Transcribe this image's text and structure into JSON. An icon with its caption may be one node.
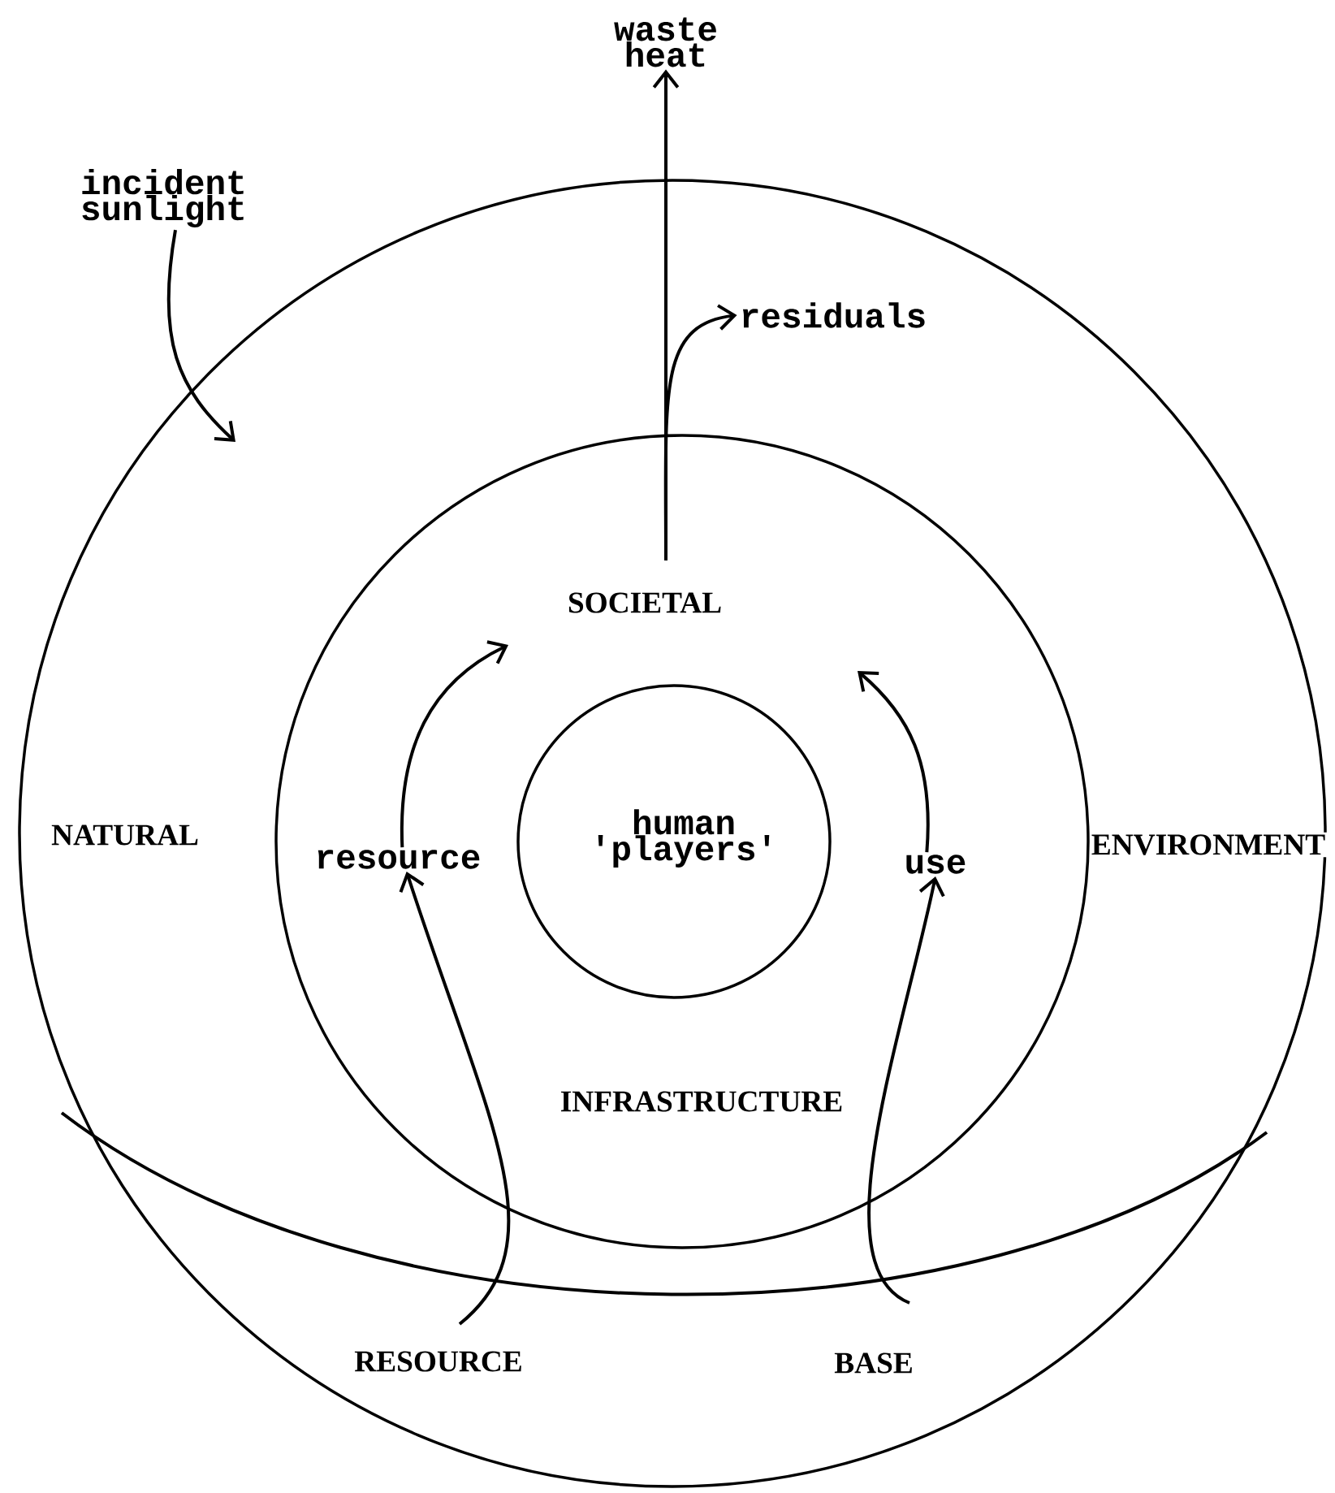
{
  "diagram": {
    "nodes": [
      {
        "text": [
          "NATURAL",
          "ENVIRONMENT"
        ]
      },
      {
        "text": [
          "SOCIETAL",
          "INFRASTRUCTURE"
        ],
        "in": 0
      },
      {
        "text": [
          "human 'players'"
        ],
        "in": 1
      },
      {
        "text": [
          "incident sunlight"
        ]
      },
      {
        "text": [
          "waste heat"
        ]
      },
      {
        "text": [
          "residuals"
        ],
        "in": 0
      },
      {
        "text": [
          "resource"
        ],
        "in": 1
      },
      {
        "text": [
          "use"
        ],
        "in": 1
      },
      {
        "text": [
          "RESOURCE"
        ],
        "in": 0
      },
      {
        "text": [
          "BASE"
        ],
        "in": 0
      }
    ],
    "edges": [
      {
        "from": 3,
        "to": 0,
        "arrow": "to"
      },
      {
        "from": null,
        "to": 4,
        "arrow": "to"
      },
      {
        "from": null,
        "to": 5,
        "arrow": "to"
      },
      {
        "from": 6,
        "to": null,
        "arrow": "to"
      },
      {
        "from": 7,
        "to": null,
        "arrow": "to"
      },
      {
        "from": 8,
        "to": 6,
        "arrow": "to"
      },
      {
        "from": 9,
        "to": 7,
        "arrow": "to"
      }
    ]
  }
}
